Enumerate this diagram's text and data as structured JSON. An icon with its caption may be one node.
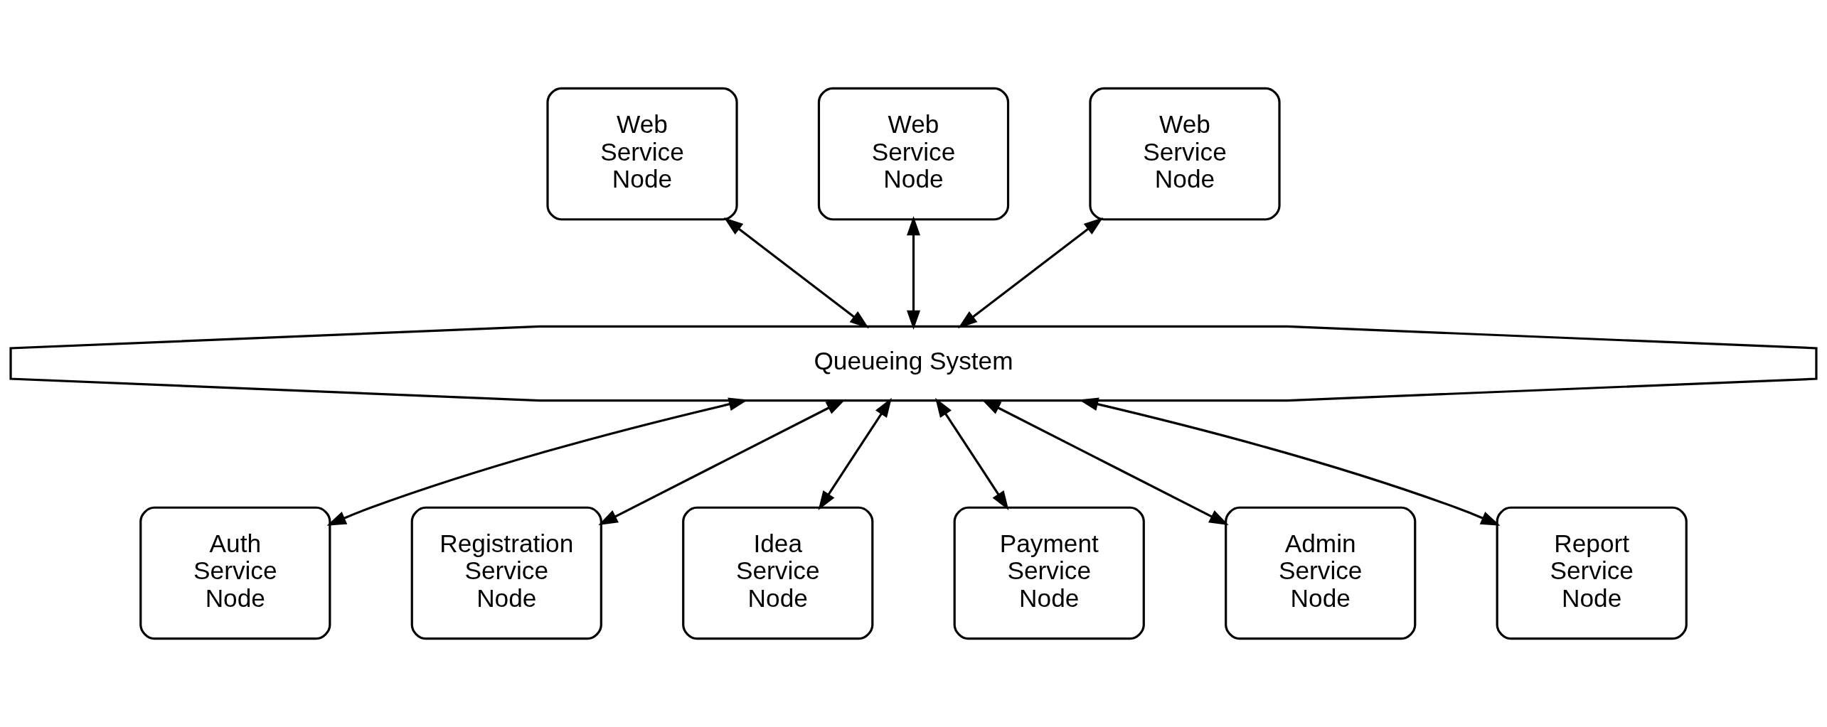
{
  "diagram": {
    "nodes": [
      {
        "text": [
          "Web Service Node"
        ]
      },
      {
        "text": [
          "Web Service Node"
        ]
      },
      {
        "text": [
          "Web Service Node"
        ]
      },
      {
        "text": [
          "Queueing System"
        ]
      },
      {
        "text": [
          "Auth Service Node"
        ]
      },
      {
        "text": [
          "Registration Service Node"
        ]
      },
      {
        "text": [
          "Idea Service Node"
        ]
      },
      {
        "text": [
          "Payment Service Node"
        ]
      },
      {
        "text": [
          "Admin Service Node"
        ]
      },
      {
        "text": [
          "Report Service Node"
        ]
      }
    ],
    "edges": [
      {
        "from": 0,
        "to": 3,
        "arrow": "both"
      },
      {
        "from": 1,
        "to": 3,
        "arrow": "both"
      },
      {
        "from": 2,
        "to": 3,
        "arrow": "both"
      },
      {
        "from": 3,
        "to": 4,
        "arrow": "both"
      },
      {
        "from": 3,
        "to": 5,
        "arrow": "both"
      },
      {
        "from": 3,
        "to": 6,
        "arrow": "both"
      },
      {
        "from": 3,
        "to": 7,
        "arrow": "both"
      },
      {
        "from": 3,
        "to": 8,
        "arrow": "both"
      },
      {
        "from": 3,
        "to": 9,
        "arrow": "both"
      }
    ]
  }
}
